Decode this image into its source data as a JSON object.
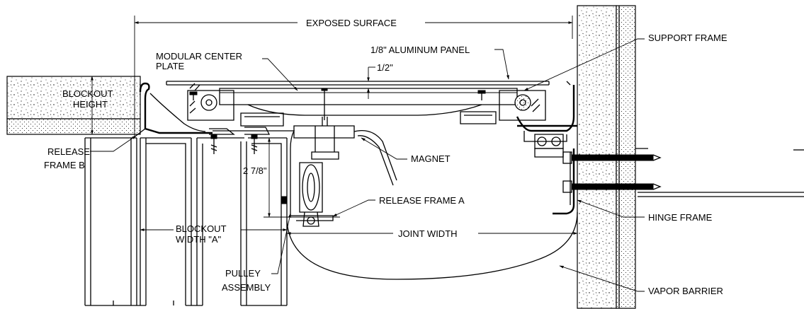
{
  "labels": {
    "exposed_surface": "EXPOSED SURFACE",
    "support_frame": "SUPPORT FRAME",
    "aluminum_panel": "1/8\" ALUMINUM PANEL",
    "modular_center_1": "MODULAR CENTER",
    "modular_center_2": "PLATE",
    "half_inch": "1/2\"",
    "blockout_height_1": "BLOCKOUT",
    "blockout_height_2": "HEIGHT",
    "release_frame_b_1": "RELEASE",
    "release_frame_b_2": "FRAME B",
    "magnet": "MAGNET",
    "two_seven_eighths": "2 7/8\"",
    "release_frame_a": "RELEASE FRAME A",
    "blockout_width_1": "BLOCKOUT",
    "blockout_width_2": "WIDTH \"A\"",
    "joint_width": "JOINT WIDTH",
    "hinge_frame": "HINGE FRAME",
    "pulley_1": "PULLEY",
    "pulley_2": "ASSEMBLY",
    "vapor_barrier": "VAPOR BARRIER"
  }
}
